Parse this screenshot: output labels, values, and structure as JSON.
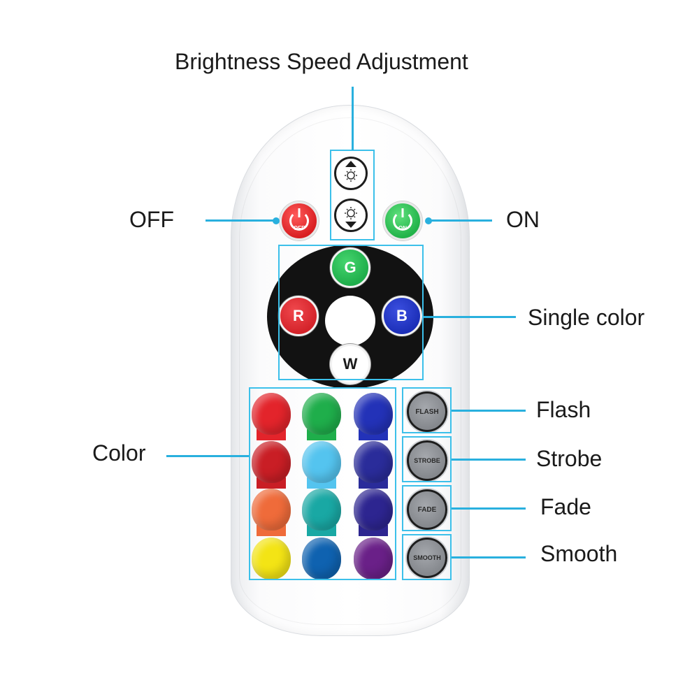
{
  "labels": {
    "brightness": "Brightness Speed Adjustment",
    "off": "OFF",
    "on": "ON",
    "single_color": "Single color",
    "flash": "Flash",
    "strobe": "Strobe",
    "fade": "Fade",
    "smooth": "Smooth",
    "color": "Color"
  },
  "power": {
    "off_text": "OFF",
    "on_text": "ON"
  },
  "wheel": {
    "top": "G",
    "left": "R",
    "right": "B",
    "bottom": "W"
  },
  "modes": [
    "FLASH",
    "STROBE",
    "FADE",
    "SMOOTH"
  ],
  "colors": {
    "accent_line": "#29b0de",
    "wheel_g": "#1fae4b",
    "wheel_r": "#d4232a",
    "wheel_b": "#1c2fb8",
    "grid": [
      [
        "#e3242b",
        "#1fae4b",
        "#2332b8"
      ],
      [
        "#c91e25",
        "#54c4ef",
        "#2a2c9a"
      ],
      [
        "#ef6b3a",
        "#19a8a4",
        "#2d2590"
      ],
      [
        "#f3e415",
        "#0f62b0",
        "#6a2088"
      ]
    ]
  }
}
